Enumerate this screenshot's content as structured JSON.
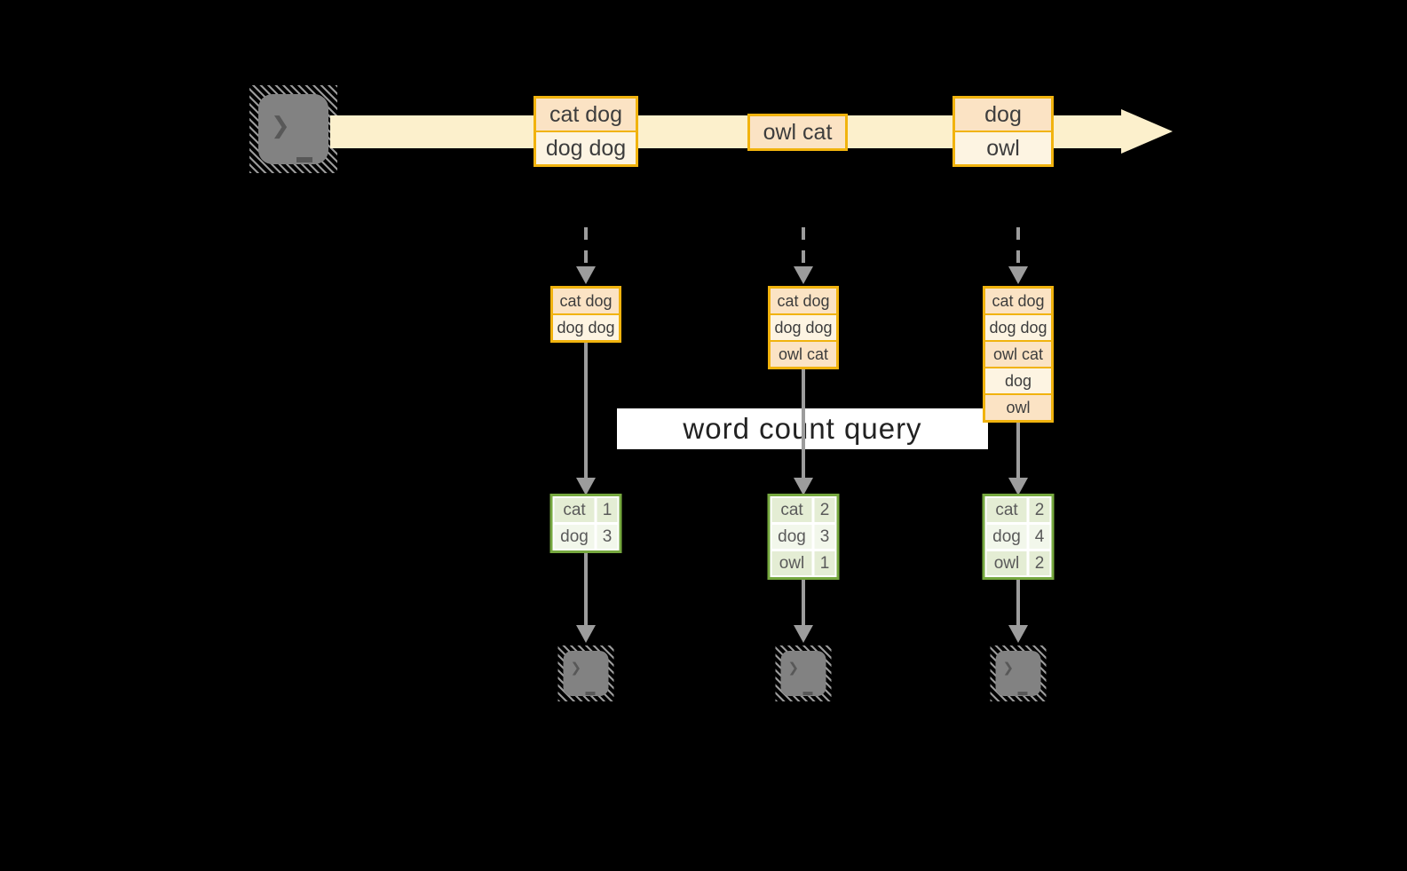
{
  "icons": {
    "source": "terminal-icon",
    "sink": "terminal-icon",
    "stream_arrow": "right-arrow",
    "flow_arrow": "down-arrow"
  },
  "colors": {
    "background": "#000000",
    "stream_band": "#fcf0cc",
    "event_border": "#f1b30e",
    "event_fill_a": "#fbe3c4",
    "event_fill_b": "#fdf4e2",
    "table_border": "#76a83f",
    "table_fill_a": "#e4edd4",
    "table_fill_b": "#f2f7eb",
    "arrow_gray": "#9c9c9c"
  },
  "query_label": "word count query",
  "timeline": {
    "events": [
      {
        "rows": [
          "cat dog",
          "dog dog"
        ]
      },
      {
        "rows": [
          "owl cat"
        ]
      },
      {
        "rows": [
          "dog",
          "owl"
        ]
      }
    ]
  },
  "columns": [
    {
      "buffer_rows": [
        "cat dog",
        "dog dog"
      ],
      "counts": [
        {
          "word": "cat",
          "count": "1"
        },
        {
          "word": "dog",
          "count": "3"
        }
      ]
    },
    {
      "buffer_rows": [
        "cat dog",
        "dog dog",
        "owl cat"
      ],
      "counts": [
        {
          "word": "cat",
          "count": "2"
        },
        {
          "word": "dog",
          "count": "3"
        },
        {
          "word": "owl",
          "count": "1"
        }
      ]
    },
    {
      "buffer_rows": [
        "cat dog",
        "dog dog",
        "owl cat",
        "dog",
        "owl"
      ],
      "counts": [
        {
          "word": "cat",
          "count": "2"
        },
        {
          "word": "dog",
          "count": "4"
        },
        {
          "word": "owl",
          "count": "2"
        }
      ]
    }
  ]
}
